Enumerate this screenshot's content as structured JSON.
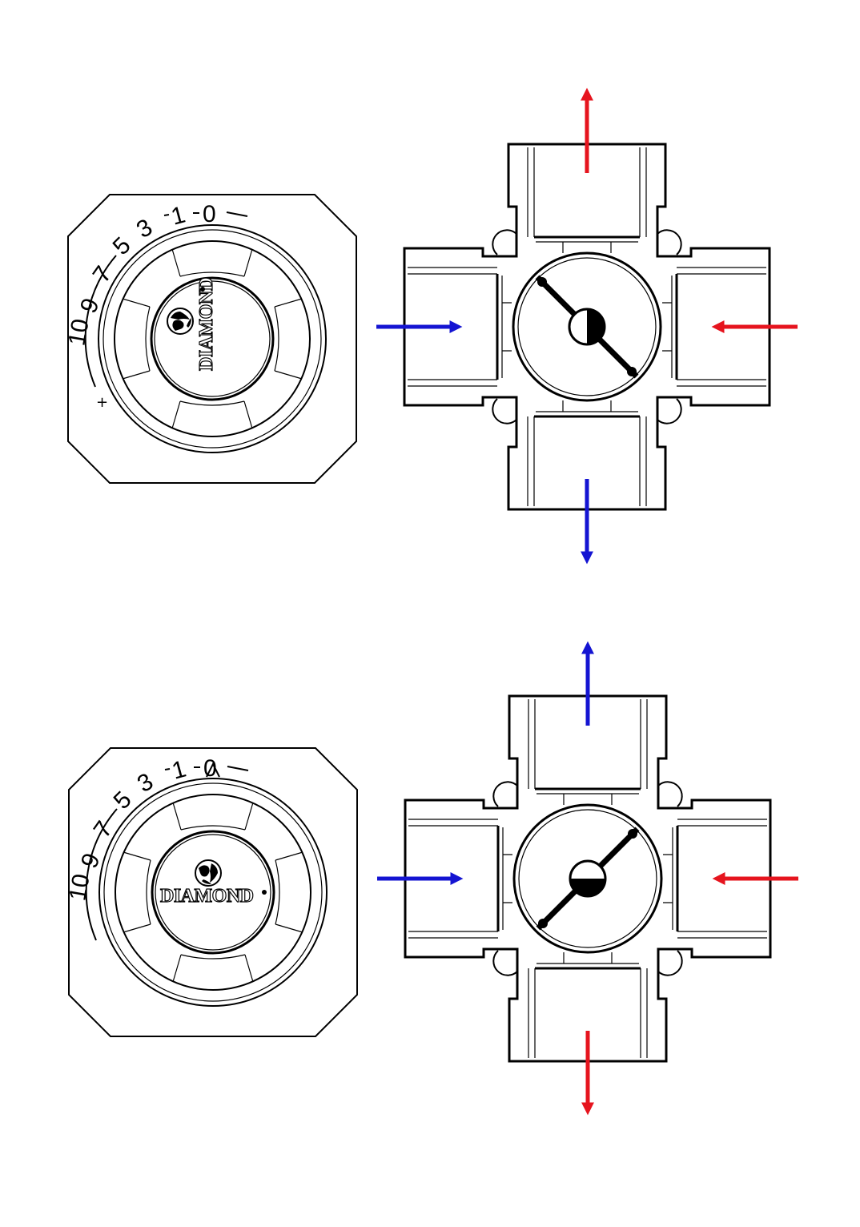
{
  "brand": "DIAMOND",
  "scale_labels": [
    "10",
    "9",
    "7",
    "5",
    "3",
    "1",
    "0"
  ],
  "colors": {
    "hot": "#e6141e",
    "cold": "#1414d2",
    "line": "#000000"
  },
  "diagrams": [
    {
      "id": "position-0",
      "knob_setting": "0",
      "flows": {
        "left": "cold-in",
        "right": "hot-in",
        "top": "hot-out",
        "bottom": "cold-out"
      }
    },
    {
      "id": "position-10",
      "knob_setting": "10",
      "flows": {
        "left": "cold-in",
        "right": "hot-in",
        "top": "cold-out",
        "bottom": "hot-out"
      }
    }
  ]
}
